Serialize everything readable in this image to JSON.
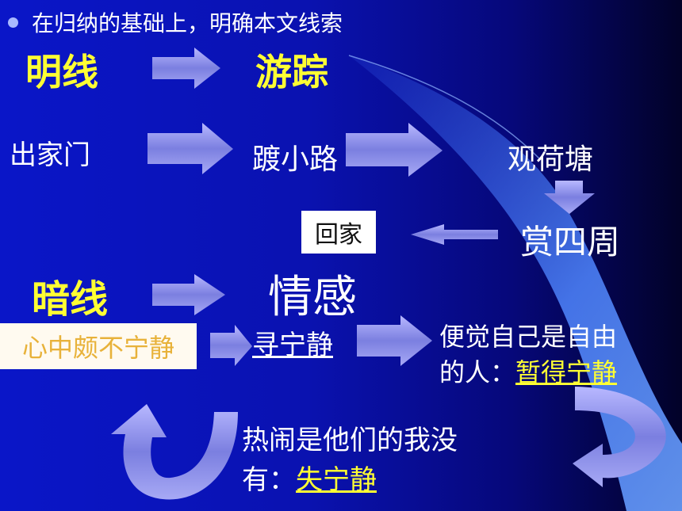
{
  "header": {
    "title": "在归纳的基础上，明确本文线索"
  },
  "clue_bright": {
    "label": "明线",
    "target": "游踪"
  },
  "route": {
    "step1": "出家门",
    "step2": "踱小路",
    "step3": "观荷塘",
    "step4": "赏四周",
    "step5": "回家"
  },
  "clue_hidden": {
    "label": "暗线",
    "target": "情感"
  },
  "emotion": {
    "start": "心中颇不宁静",
    "seek": "寻宁静",
    "free_line1": "便觉自己是自由",
    "free_line2_prefix": "的人：",
    "free_result": "暂得宁静",
    "lose_line1": "热闹是他们的我没",
    "lose_line2_prefix": "有：",
    "lose_result": "失宁静"
  },
  "colors": {
    "accent": "#ffff33",
    "bullet": "#a9b9ff",
    "arrow": "#8c8ff0"
  }
}
